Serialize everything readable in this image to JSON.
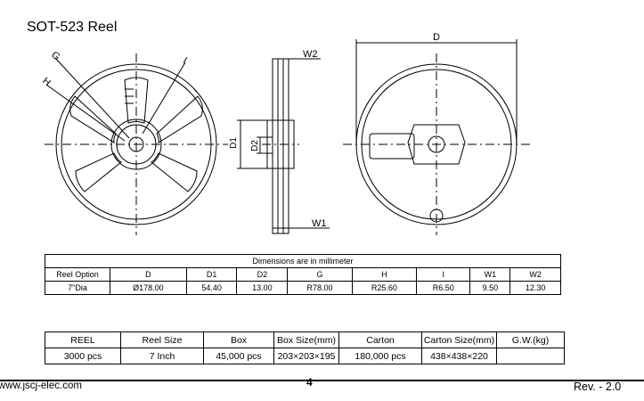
{
  "title": "SOT-523 Reel",
  "drawing_labels": {
    "G": "G",
    "H": "H",
    "I": "I",
    "D1": "D1",
    "D2": "D2",
    "W1": "W1",
    "W2": "W2",
    "D": "D"
  },
  "dimensions_table": {
    "caption": "Dimensions are in millimeter",
    "headers": [
      "Reel Option",
      "D",
      "D1",
      "D2",
      "G",
      "H",
      "I",
      "W1",
      "W2"
    ],
    "row": [
      "7\"Dia",
      "Ø178.00",
      "54.40",
      "13.00",
      "R78.00",
      "R25.60",
      "R6.50",
      "9.50",
      "12.30"
    ]
  },
  "packing_table": {
    "headers": [
      "REEL",
      "Reel Size",
      "Box",
      "Box Size(mm)",
      "Carton",
      "Carton Size(mm)",
      "G.W.(kg)"
    ],
    "row": [
      "3000 pcs",
      "7 Inch",
      "45,000 pcs",
      "203×203×195",
      "180,000 pcs",
      "438×438×220",
      ""
    ]
  },
  "footer": {
    "website": "www.jscj-elec.com",
    "page": "4",
    "revision": "Rev. - 2.0"
  }
}
